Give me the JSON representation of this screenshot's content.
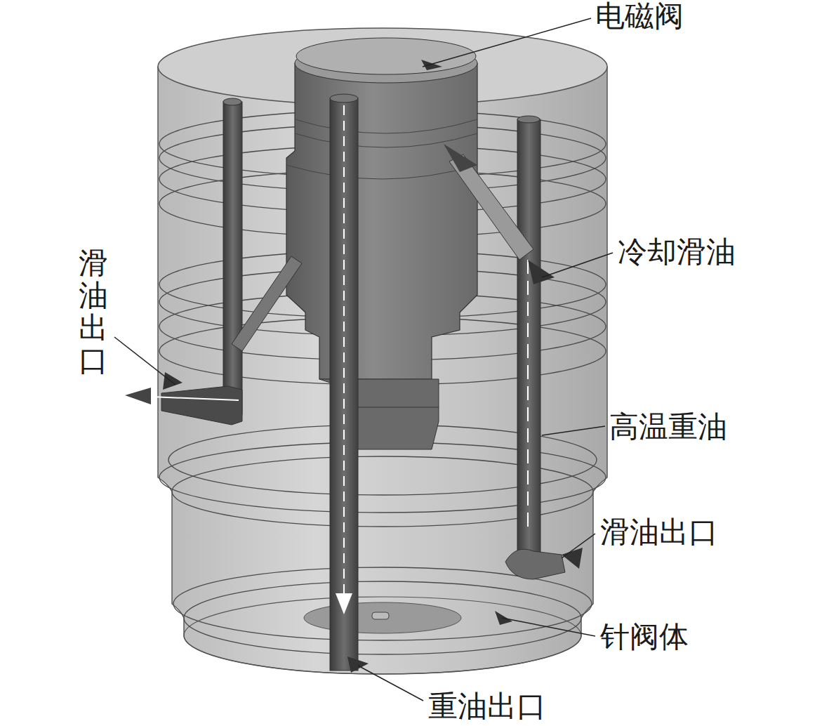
{
  "diagram": {
    "labels": [
      "电磁阀",
      "冷却滑油",
      "滑油出口",
      "高温重油",
      "滑油出口",
      "针阀体",
      "重油出口"
    ]
  }
}
